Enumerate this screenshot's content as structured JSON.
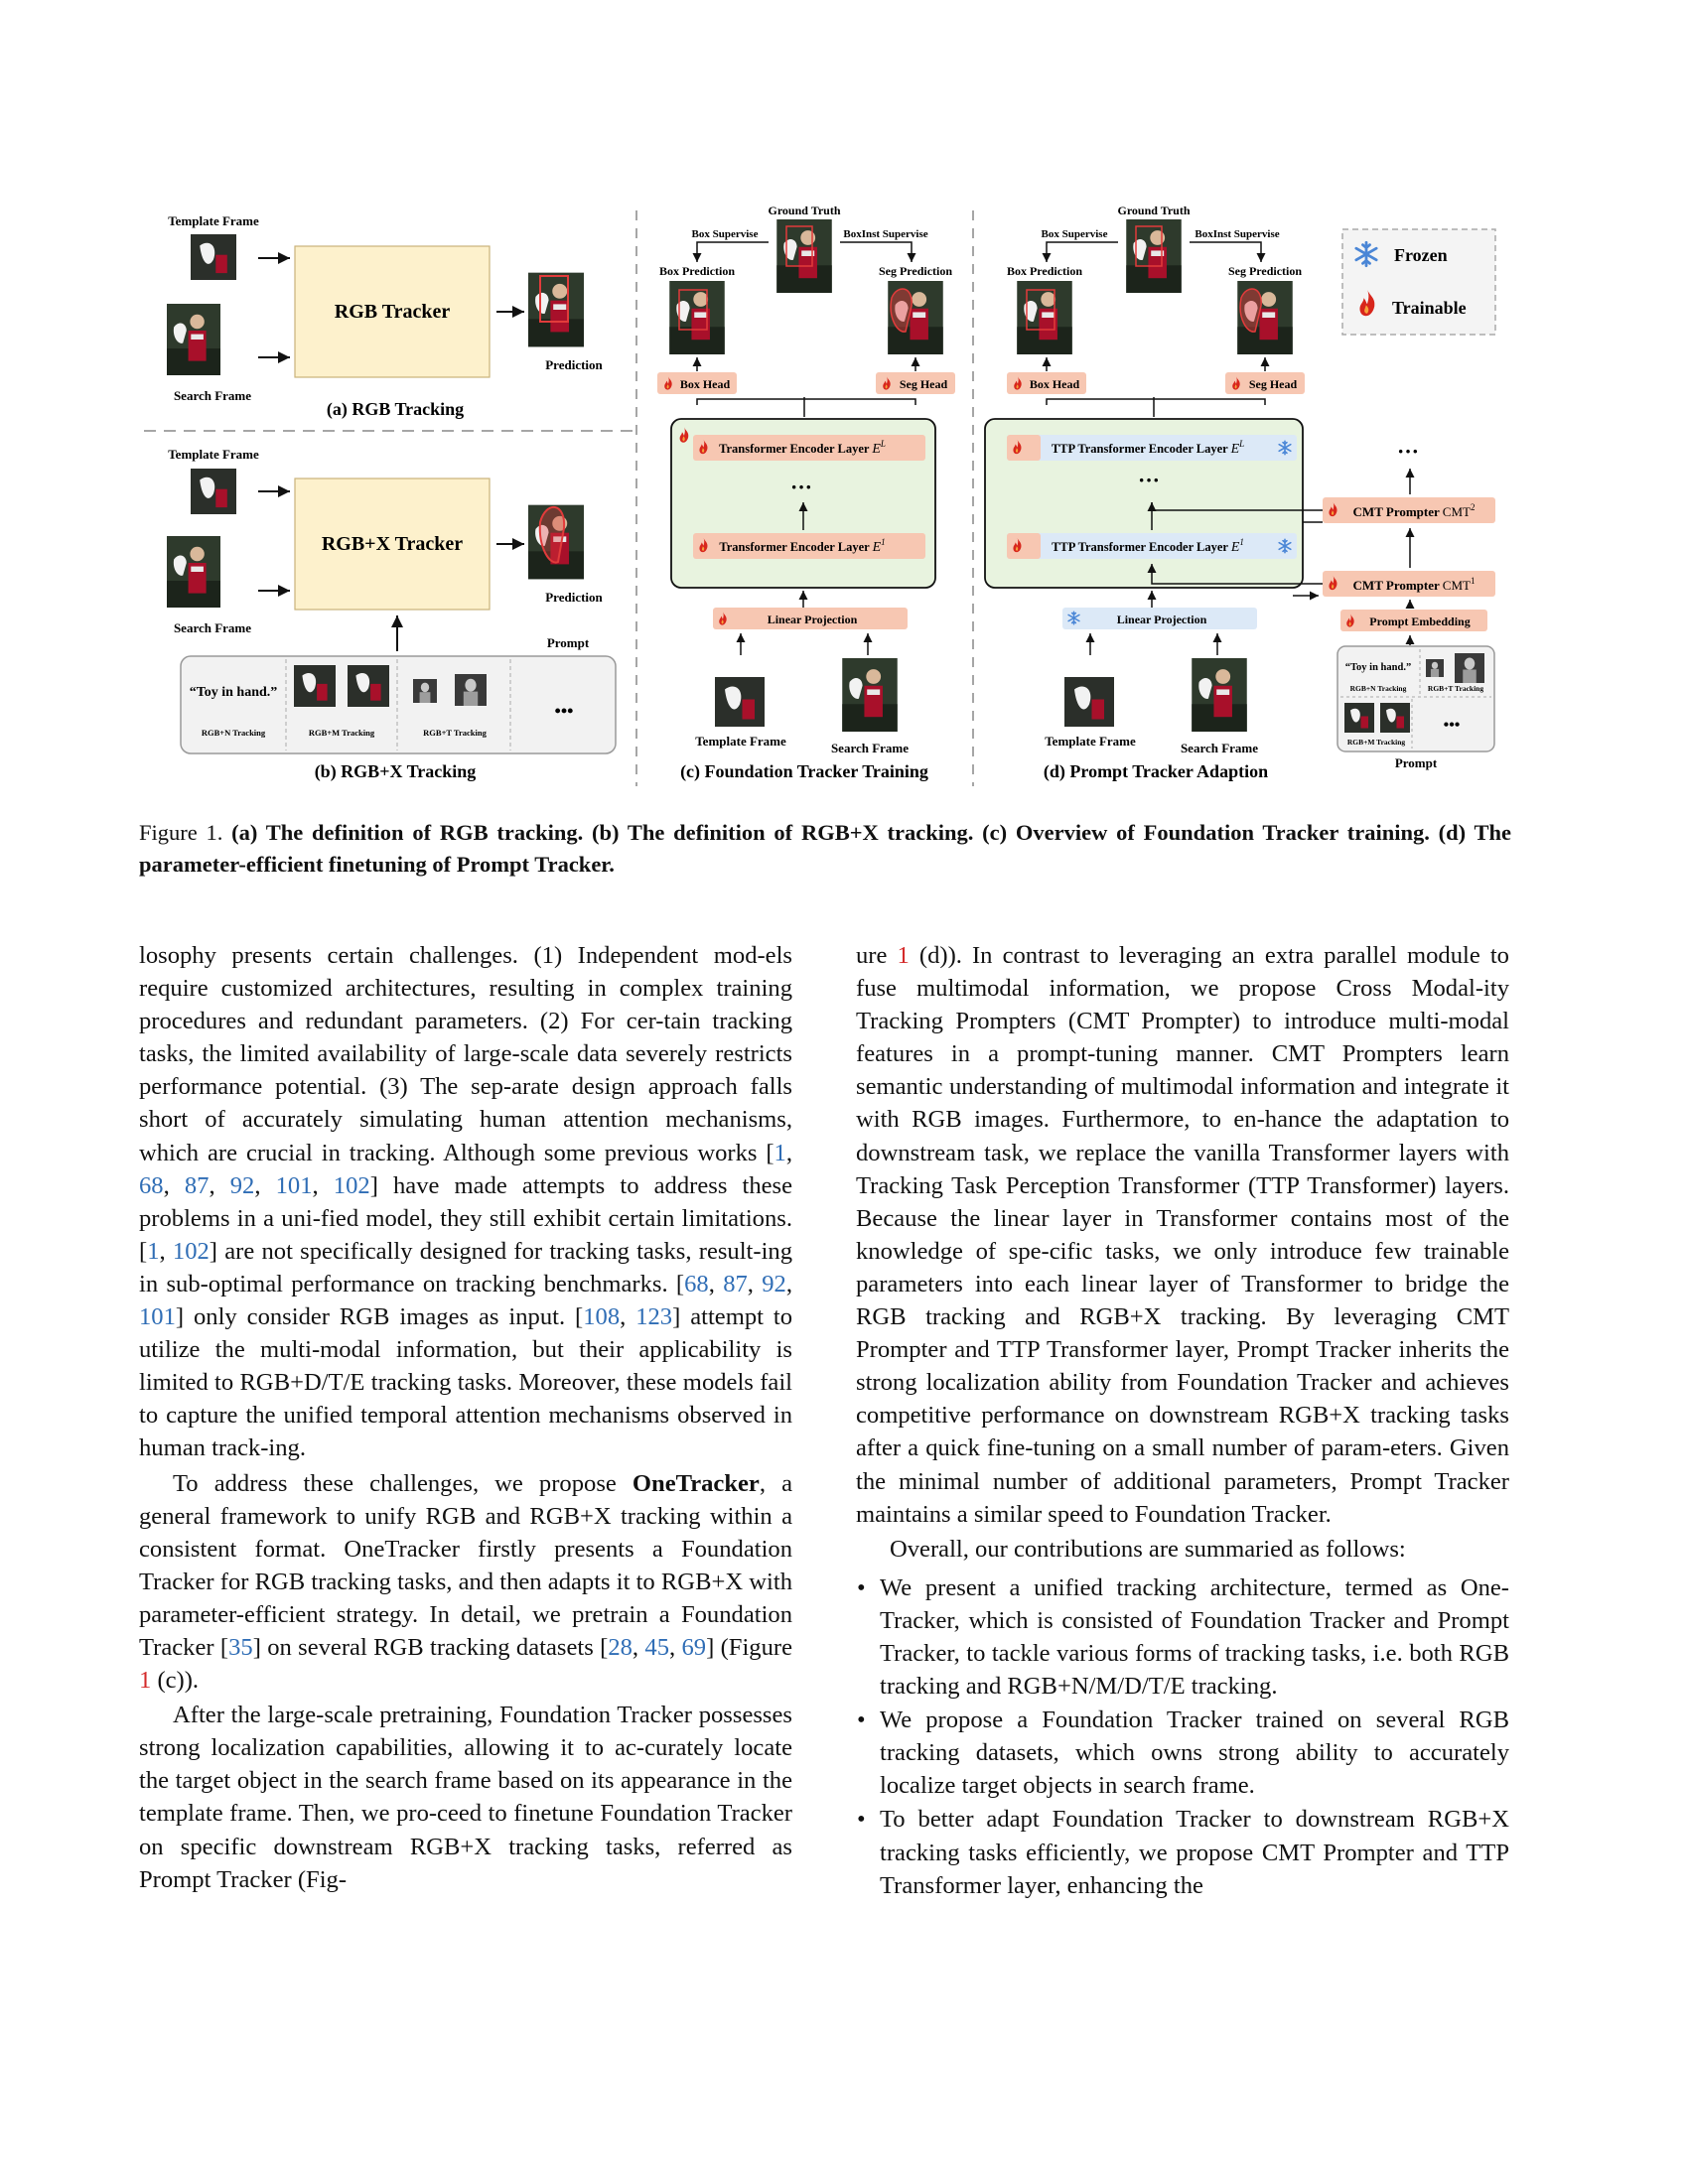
{
  "figure": {
    "panel_a": {
      "template": "Template Frame",
      "search": "Search Frame",
      "tracker": "RGB Tracker",
      "prediction": "Prediction",
      "title": "(a) RGB Tracking"
    },
    "panel_b": {
      "template": "Template Frame",
      "search": "Search Frame",
      "tracker": "RGB+X Tracker",
      "prediction": "Prediction",
      "prompt": "Prompt",
      "prompt_text": "“Toy in hand.”",
      "n_label": "RGB+N Tracking",
      "m_label": "RGB+M Tracking",
      "t_label": "RGB+T Tracking",
      "ellipsis": "•••",
      "title": "(b) RGB+X Tracking"
    },
    "panel_c": {
      "ground_truth": "Ground Truth",
      "box_supervise": "Box Supervise",
      "boxinst_supervise": "BoxInst Supervise",
      "box_prediction": "Box Prediction",
      "seg_prediction": "Seg Prediction",
      "box_head": "Box Head",
      "seg_head": "Seg Head",
      "enc_top": "Transformer Encoder Layer",
      "enc_top_sym": "E",
      "enc_top_sup": "L",
      "enc_bottom": "Transformer Encoder Layer",
      "enc_bottom_sym": "E",
      "enc_bottom_sup": "1",
      "dots": "···",
      "linear": "Linear Projection",
      "template": "Template Frame",
      "search": "Search Frame",
      "title": "(c) Foundation Tracker Training"
    },
    "panel_d": {
      "ground_truth": "Ground Truth",
      "box_supervise": "Box Supervise",
      "boxinst_supervise": "BoxInst Supervise",
      "box_prediction": "Box Prediction",
      "seg_prediction": "Seg Prediction",
      "box_head": "Box Head",
      "seg_head": "Seg Head",
      "ttp_top": "TTP Transformer Encoder Layer",
      "ttp_top_sym": "E",
      "ttp_top_sup": "L",
      "ttp_bottom": "TTP Transformer Encoder Layer",
      "ttp_bottom_sym": "E",
      "ttp_bottom_sup": "1",
      "dots": "···",
      "cmt_top": "CMT Prompter",
      "cmt_top_sym": "CMT",
      "cmt_top_sup": "2",
      "cmt_bottom": "CMT Prompter",
      "cmt_bottom_sym": "CMT",
      "cmt_bottom_sup": "1",
      "prompt_embedding": "Prompt Embedding",
      "linear": "Linear Projection",
      "template": "Template Frame",
      "search": "Search Frame",
      "prompt_text": "“Toy in hand.”",
      "n_label": "RGB+N Tracking",
      "t_label": "RGB+T Tracking",
      "m_label": "RGB+M Tracking",
      "ellipsis": "•••",
      "prompt": "Prompt",
      "title": "(d) Prompt Tracker Adaption"
    },
    "legend": {
      "frozen": "Frozen",
      "trainable": "Trainable"
    },
    "colors": {
      "tracker_fill": "#fdf1cc",
      "head_fill": "#f7c7b2",
      "encoder_fill": "#e8f3df",
      "frozen_fill": "#dce9f7",
      "fire": "#d8261c",
      "snow": "#4a86d6"
    }
  },
  "caption": {
    "label": "Figure 1.",
    "bold": "(a) The definition of RGB tracking. (b) The definition of RGB+X tracking. (c) Overview of Foundation Tracker training. (d) The parameter-efficient finetuning of Prompt Tracker."
  },
  "left_column": {
    "p1": {
      "a": "losophy presents certain challenges. (1) Independent mod-els require customized architectures, resulting in complex training procedures and redundant parameters. (2) For cer-tain tracking tasks, the limited availability of large-scale data severely restricts performance potential. (3) The sep-arate design approach falls short of accurately simulating human attention mechanisms, which are crucial in tracking. Although some previous works [",
      "c1": "1",
      "c2": "68",
      "c3": "87",
      "c4": "92",
      "c5": "101",
      "c6": "102",
      "b": "] have made attempts to address these problems in a uni-fied model, they still exhibit certain limitations. [",
      "c7": "1",
      "c8": "102",
      "c": "] are not specifically designed for tracking tasks, result-ing in sub-optimal performance on tracking benchmarks. [",
      "c9": "68",
      "c10": "87",
      "c11": "92",
      "c12": "101",
      "d": "] only consider RGB images as input. [",
      "c13": "108",
      "c14": "123",
      "e": "] attempt to utilize the multi-modal information, but their applicability is limited to RGB+D/T/E tracking tasks. Moreover, these models fail to capture the unified temporal attention mechanisms observed in human track-ing."
    },
    "p2": {
      "a": "To address these challenges, we propose ",
      "bold": "OneTracker",
      "b": ", a general framework to unify RGB and RGB+X tracking within a consistent format. OneTracker firstly presents a Foundation Tracker for RGB tracking tasks, and then adapts it to RGB+X with parameter-efficient strategy. In detail, we pretrain a Foundation Tracker [",
      "c1": "35",
      "c": "] on several RGB tracking datasets [",
      "c2": "28",
      "c3": "45",
      "c4": "69",
      "d": "] (Figure ",
      "f1": "1",
      "e": " (c))."
    },
    "p3": {
      "a": "After the large-scale pretraining, Foundation Tracker possesses strong localization capabilities, allowing it to ac-curately locate the target object in the search frame based on its appearance in the template frame. Then, we pro-ceed to finetune Foundation Tracker on specific downstream RGB+X tracking tasks, referred as Prompt Tracker (Fig-"
    }
  },
  "right_column": {
    "p1": {
      "a": "ure ",
      "f1": "1",
      "b": " (d)). In contrast to leveraging an extra parallel module to fuse multimodal information, we propose Cross Modal-ity Tracking Prompters (CMT Prompter) to introduce multi-modal features in a prompt-tuning manner. CMT Prompters learn semantic understanding of multimodal information and integrate it with RGB images. Furthermore, to en-hance the adaptation to downstream task, we replace the vanilla Transformer layers with Tracking Task Perception Transformer (TTP Transformer) layers. Because the linear layer in Transformer contains most of the knowledge of spe-cific tasks, we only introduce few trainable parameters into each linear layer of Transformer to bridge the RGB tracking and RGB+X tracking. By leveraging CMT Prompter and TTP Transformer layer, Prompt Tracker inherits the strong localization ability from Foundation Tracker and achieves competitive performance on downstream RGB+X tracking tasks after a quick fine-tuning on a small number of param-eters. Given the minimal number of additional parameters, Prompt Tracker maintains a similar speed to Foundation Tracker."
    },
    "p2": "Overall, our contributions are summaried as follows:",
    "bullets": [
      "We present a unified tracking architecture, termed as One-Tracker, which is consisted of Foundation Tracker and Prompt Tracker, to tackle various forms of tracking tasks, i.e. both RGB tracking and RGB+N/M/D/T/E tracking.",
      "We propose a Foundation Tracker trained on several RGB tracking datasets, which owns strong ability to accurately localize target objects in search frame.",
      "To better adapt Foundation Tracker to downstream RGB+X tracking tasks efficiently, we propose CMT Prompter and TTP Transformer layer, enhancing the"
    ]
  }
}
